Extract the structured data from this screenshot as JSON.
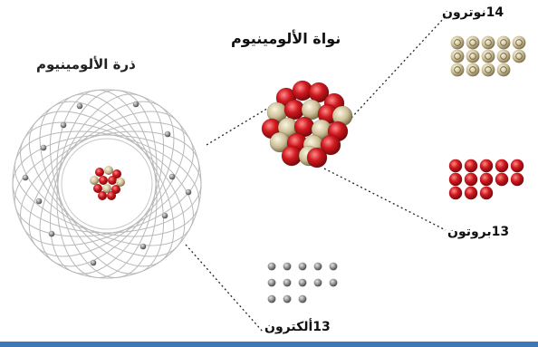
{
  "labels": {
    "atom": "ذرة الألومينيوم",
    "nucleus": "نواة الألومينيوم",
    "neutrons": "14نوترون",
    "protons": "13بروتون",
    "electrons": "13ألكترون"
  },
  "counts": {
    "neutrons": 14,
    "protons": 13,
    "electrons": 13
  },
  "colors": {
    "proton": "#c0161b",
    "neutron": "#cdbf96",
    "electron": "#8a8a8a",
    "orbit": "#b9b9b9",
    "bar": "#3f78b8"
  }
}
